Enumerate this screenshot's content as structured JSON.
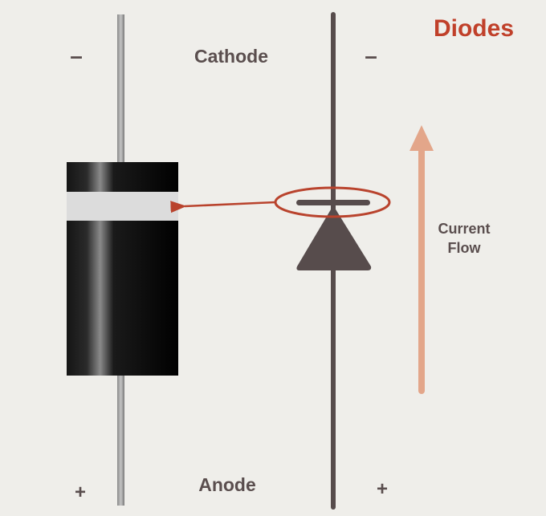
{
  "title": "Diodes",
  "labels": {
    "cathode": "Cathode",
    "anode": "Anode",
    "minus": "–",
    "plus": "+",
    "current_flow_line1": "Current",
    "current_flow_line2": "Flow"
  },
  "colors": {
    "background": "#efeeea",
    "title": "#c0402a",
    "text": "#5a4e4e",
    "symbol": "#574c4c",
    "highlight": "#b9432d",
    "current_arrow": "#e3a68a"
  }
}
